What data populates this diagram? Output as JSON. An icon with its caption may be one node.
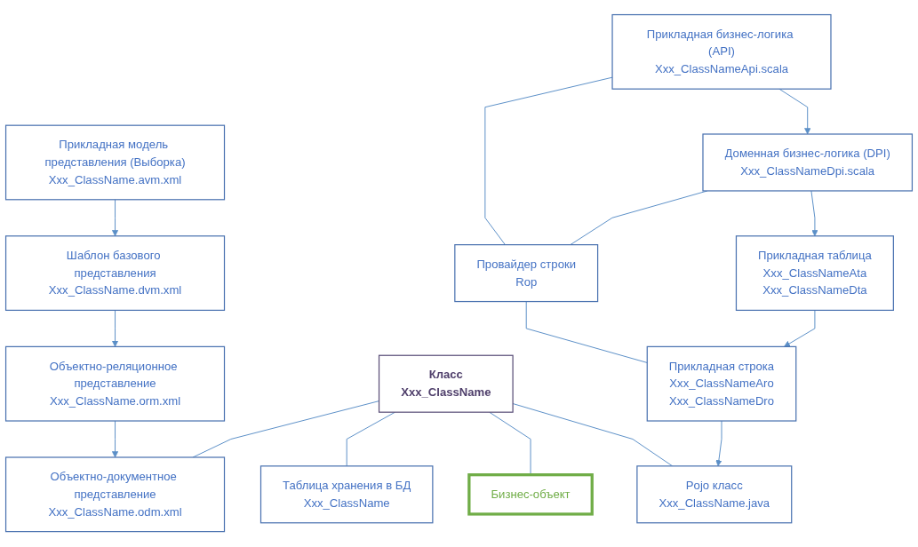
{
  "diagram": {
    "nodes": [
      {
        "text": [
          "Прикладная бизнес-логика (API)",
          "Xxx_ClassNameApi.scala"
        ]
      },
      {
        "text": [
          "Доменная бизнес-логика (DPI)",
          "Xxx_ClassNameDpi.scala"
        ]
      },
      {
        "text": [
          "Прикладная таблица",
          "Xxx_ClassNameAta",
          "Xxx_ClassNameDta"
        ]
      },
      {
        "text": [
          "Прикладная строка",
          "Xxx_ClassNameAro",
          "Xxx_ClassNameDro"
        ]
      },
      {
        "text": [
          "Pojo класс",
          "Xxx_ClassName.java"
        ]
      },
      {
        "text": [
          "Провайдер строки",
          "Rop"
        ]
      },
      {
        "text": [
          "Класс",
          "Xxx_ClassName"
        ]
      },
      {
        "text": [
          "Бизнес-объект"
        ]
      },
      {
        "text": [
          "Таблица хранения в БД",
          "Xxx_ClassName"
        ]
      },
      {
        "text": [
          "Объектно-документное представление",
          "Xxx_ClassName.odm.xml"
        ]
      },
      {
        "text": [
          "Объектно-реляционное представление",
          "Xxx_ClassName.orm.xml"
        ]
      },
      {
        "text": [
          "Шаблон базового представления",
          "Xxx_ClassName.dvm.xml"
        ]
      },
      {
        "text": [
          "Прикладная модель представления (Выборка)",
          "Xxx_ClassName.avm.xml"
        ]
      }
    ],
    "edges": [
      {
        "from": 0,
        "to": 1,
        "arrow": "to"
      },
      {
        "from": 1,
        "to": 2,
        "arrow": "to"
      },
      {
        "from": 2,
        "to": 3,
        "arrow": "to"
      },
      {
        "from": 3,
        "to": 4,
        "arrow": "to"
      },
      {
        "from": 0,
        "to": 5,
        "arrow": "none"
      },
      {
        "from": 1,
        "to": 5,
        "arrow": "none"
      },
      {
        "from": 5,
        "to": 3,
        "arrow": "none"
      },
      {
        "from": 6,
        "to": 4,
        "arrow": "none"
      },
      {
        "from": 6,
        "to": 7,
        "arrow": "none"
      },
      {
        "from": 6,
        "to": 8,
        "arrow": "none"
      },
      {
        "from": 6,
        "to": 9,
        "arrow": "none"
      },
      {
        "from": 10,
        "to": 9,
        "arrow": "to"
      },
      {
        "from": 11,
        "to": 10,
        "arrow": "to"
      },
      {
        "from": 12,
        "to": 11,
        "arrow": "to"
      }
    ]
  }
}
